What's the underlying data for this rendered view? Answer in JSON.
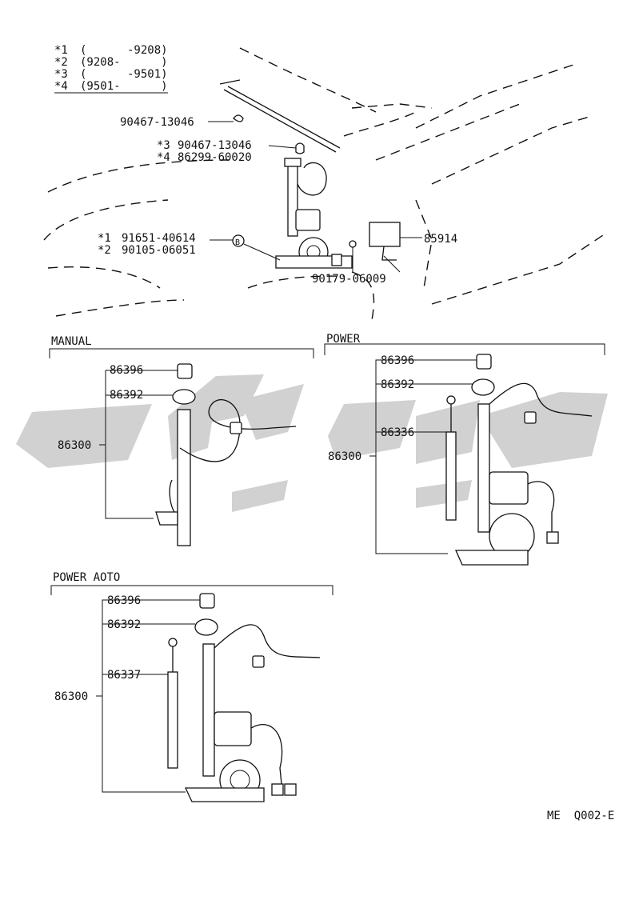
{
  "legend": [
    {
      "mark": "*1",
      "range": "(      -9208)"
    },
    {
      "mark": "*2",
      "range": "(9208-      )"
    },
    {
      "mark": "*3",
      "range": "(      -9501)"
    },
    {
      "mark": "*4",
      "range": "(9501-      )"
    }
  ],
  "top": {
    "p1": "90467-13046",
    "p2_mark": "*3",
    "p2": "90467-13046",
    "p3_mark": "*4",
    "p3": "86299-60020",
    "p4_mark": "*1",
    "p4": "91651-40614",
    "p5_mark": "*2",
    "p5": "90105-06051",
    "callout": "B",
    "p6": "85914",
    "p7": "90179-06009"
  },
  "manual": {
    "title": "MANUAL",
    "cap": "86396",
    "washer": "86392",
    "assy": "86300"
  },
  "power": {
    "title": "POWER",
    "cap": "86396",
    "washer": "86392",
    "mast": "86336",
    "assy": "86300"
  },
  "auto": {
    "title": "POWER AOTO",
    "cap": "86396",
    "washer": "86392",
    "mast": "86337",
    "assy": "86300"
  },
  "footer": {
    "code": "ME  Q002-E"
  }
}
